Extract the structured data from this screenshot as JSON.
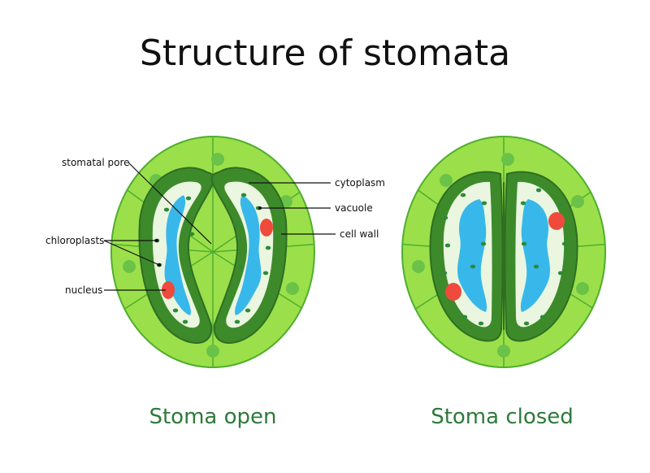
{
  "title": "Structure of stomata",
  "captions": {
    "open": "Stoma open",
    "closed": "Stoma closed"
  },
  "labels": {
    "stomatal_pore": "stomatal pore",
    "chloroplasts": "chloroplasts",
    "nucleus": "nucleus",
    "cytoplasm": "cytoplasm",
    "vacuole": "vacuole",
    "cell_wall": "cell wall"
  },
  "colors": {
    "epidermal_cell": "#9be04a",
    "epidermal_outline": "#4fae2e",
    "epidermal_nucleus": "#6bc248",
    "guard_wall": "#3d8a2b",
    "guard_wall_outer": "#2f6e22",
    "cytoplasm": "#eaf6e0",
    "vacuole": "#38b8ea",
    "chloroplast": "#2e8a3a",
    "nucleus": "#ef4a3c",
    "caption": "#2d7a3a"
  }
}
